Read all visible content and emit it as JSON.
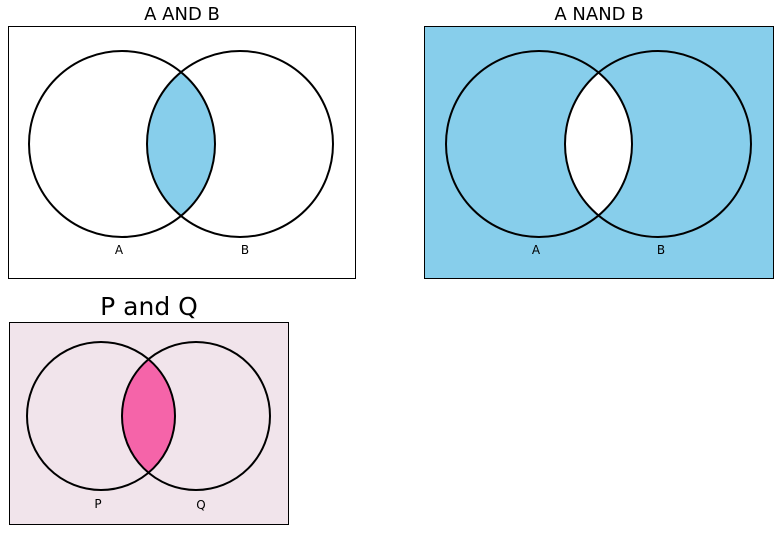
{
  "colors": {
    "fill_blue": "#87ceeb",
    "fill_pink": "#f564a9",
    "background_pink": "#f1e4eb",
    "outline": "#000000",
    "white": "#ffffff"
  },
  "panels": [
    {
      "title": "A AND B",
      "left_label": "A",
      "right_label": "B",
      "highlight": "intersection",
      "fill_color": "#87ceeb",
      "background_color": "#ffffff"
    },
    {
      "title": "A NAND B",
      "left_label": "A",
      "right_label": "B",
      "highlight": "everything-except-intersection",
      "fill_color": "#87ceeb",
      "background_color": "#87ceeb"
    },
    {
      "title": "P and Q",
      "left_label": "P",
      "right_label": "Q",
      "highlight": "intersection",
      "fill_color": "#f564a9",
      "background_color": "#f1e4eb"
    }
  ]
}
